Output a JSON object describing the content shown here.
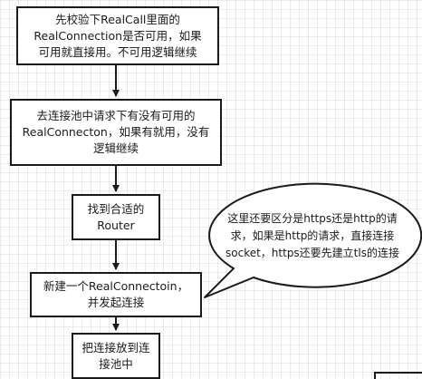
{
  "nodes": {
    "step1": "先校验下RealCall里面的\nRealConnection是否可用，如果\n可用就直接用。不可用逻辑继续",
    "step2": "去连接池中请求下有没有可用的\nRealConnecton，如果有就用，没有\n逻辑继续",
    "step3": "找到合适的\nRouter",
    "step4": "新建一个RealConnectoin，\n并发起连接",
    "step5": "把连接放到连\n接池中"
  },
  "note": "这里还要区分是https还是http的请\n求，如果是http的请求，直接连接\nsocket，https还要先建立tls的连接"
}
